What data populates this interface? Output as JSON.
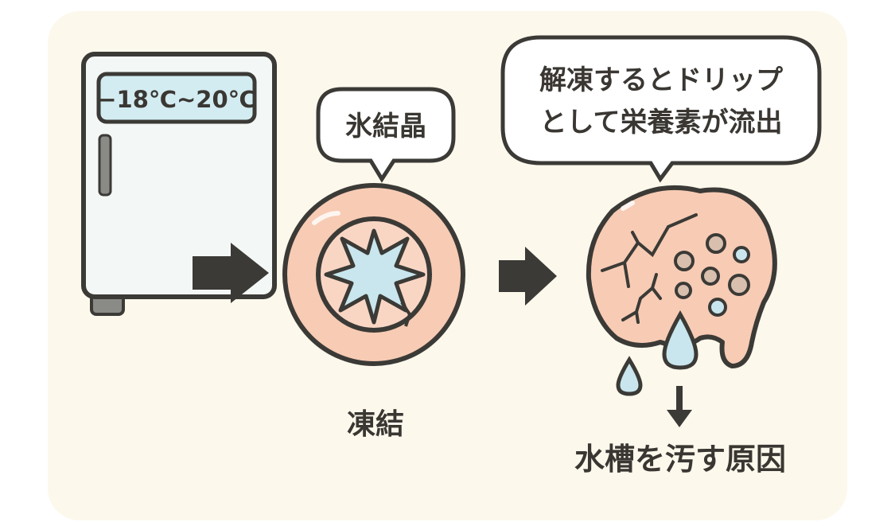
{
  "freezer": {
    "temperature_label": "−18℃~20℃"
  },
  "freeze_step": {
    "bubble": "氷結晶",
    "caption": "凍結"
  },
  "thaw_step": {
    "bubble_line1": "解凍するとドリップ",
    "bubble_line2": "として栄養素が流出",
    "result": "水槽を汚す原因"
  },
  "colors": {
    "panel": "#fcf8ec",
    "outline": "#3b3a36",
    "peach": "#f7cbb4",
    "ice": "#c9e6ee",
    "display": "#d3ecf1"
  }
}
